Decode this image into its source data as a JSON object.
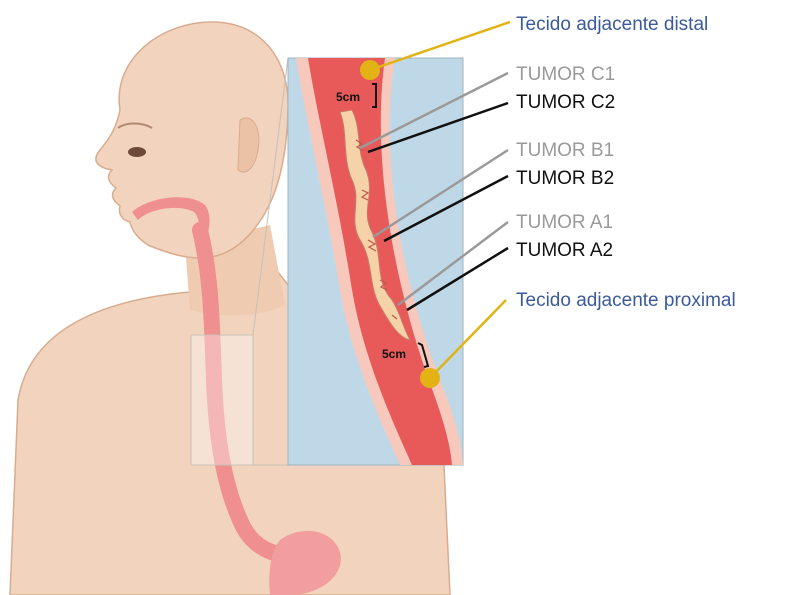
{
  "labels": {
    "distal": "Tecido adjacente distal",
    "c1": "TUMOR C1",
    "c2": "TUMOR C2",
    "b1": "TUMOR B1",
    "b2": "TUMOR B2",
    "a1": "TUMOR A1",
    "a2": "TUMOR A2",
    "proximal": "Tecido adjacente proximal",
    "cm_top": "5cm",
    "cm_bottom": "5cm"
  },
  "colors": {
    "skin": "#f2d3bd",
    "skin_shadow": "#e4b99d",
    "esophagus": "#ef8f8f",
    "zoom_bg": "#bed8e7",
    "wall_outer": "#f6c9bc",
    "lumen_red": "#e85a5a",
    "tumor_fill": "#f5d2a8",
    "marker_gold": "#e3b315",
    "tissue_text": "#3b5a9a",
    "gray_text": "#9a9a9a",
    "black_text": "#111111"
  }
}
